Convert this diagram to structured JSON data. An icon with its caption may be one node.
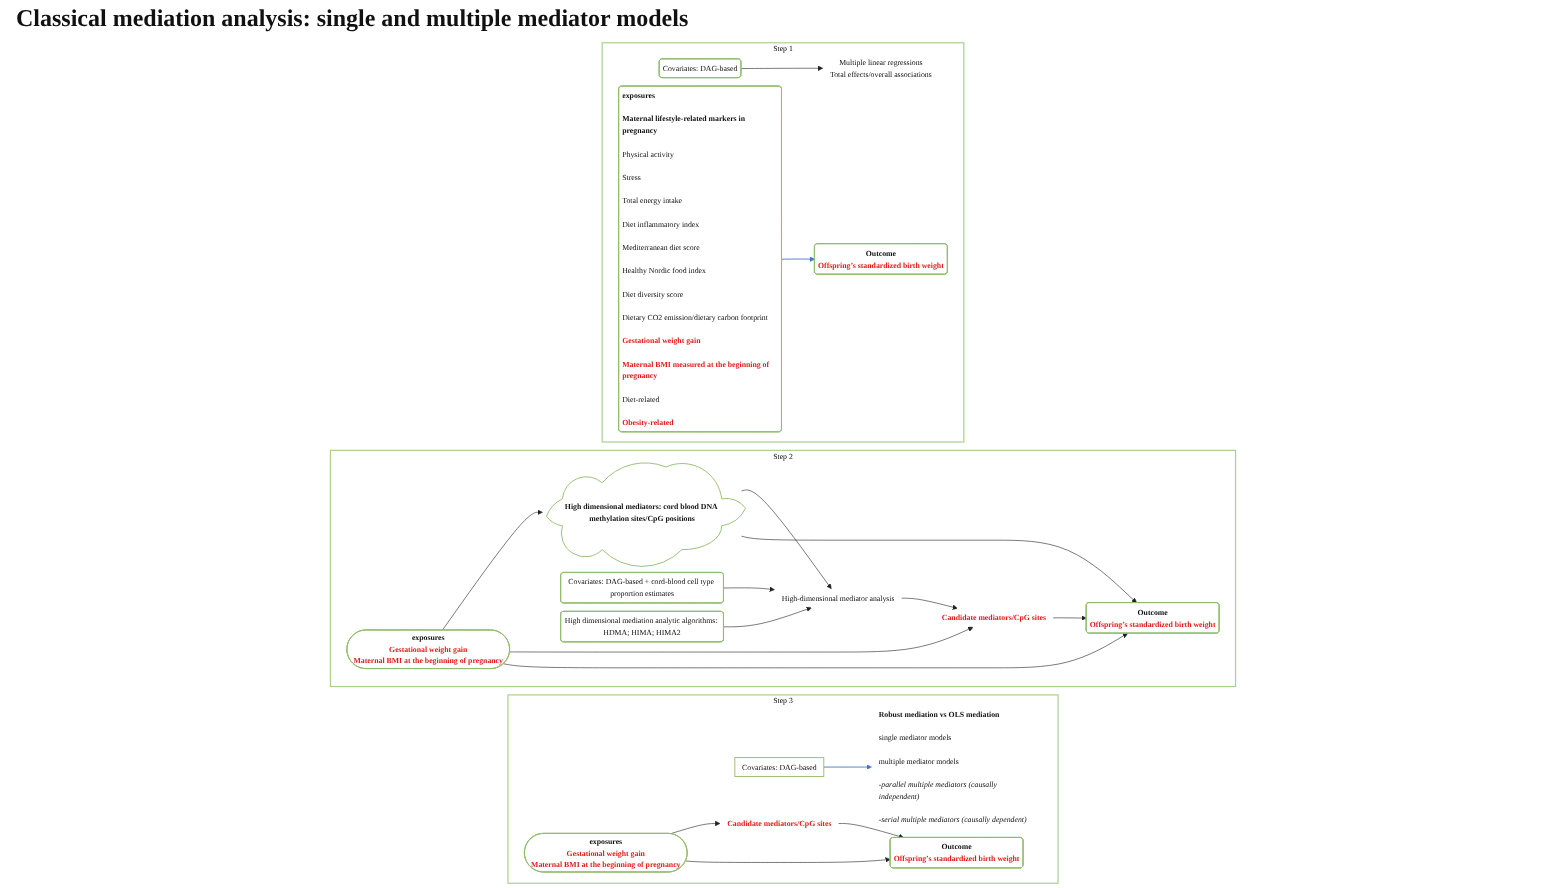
{
  "diagram": {
    "nodes": [
      {
        "text": [
          "Step 1"
        ]
      },
      {
        "text": [
          "exposures",
          "Maternal lifestyle-related markers in pregnancy",
          "Physical activity",
          "Stress",
          "Total energy intake",
          "Diet inflammatory index",
          "Mediterranean diet score",
          "Healthy Nordic food index",
          "Diet diversity score",
          "Dietary CO2 emission/dietary carbon footprint",
          "Gestational weight gain",
          "Maternal BMI measured at the beginning of pregnancy",
          "Diet-related",
          "Obesity-related"
        ],
        "in": 0
      },
      {
        "text": [
          "Covariates: DAG-based"
        ],
        "in": 0
      },
      {
        "text": [
          "Multiple linear regressions",
          "Total effects/overall associations"
        ],
        "in": 0
      },
      {
        "text": [
          "Outcome",
          "Offspring’s standardized birth weight"
        ],
        "in": 0
      },
      {
        "text": [
          "Step 2"
        ]
      },
      {
        "text": [
          "High dimensional mediators: cord blood DNA methylation sites/CpG positions"
        ],
        "in": 5
      },
      {
        "text": [
          "Covariates: DAG-based + cord-blood cell type proportion estimates"
        ],
        "in": 5
      },
      {
        "text": [
          "High-dimensional mediator analysis"
        ],
        "in": 5
      },
      {
        "text": [
          "High dimensional mediation analytic algorithms: HDMA; HIMA; HIMA2"
        ],
        "in": 5
      },
      {
        "text": [
          "Candidate mediators/CpG sites"
        ],
        "in": 5
      },
      {
        "text": [
          "exposures",
          "Gestational weight gain",
          "Maternal BMI at the beginning of pregnancy"
        ],
        "in": 5
      },
      {
        "text": [
          "Outcome",
          "Offspring’s standardized birth weight"
        ],
        "in": 5
      },
      {
        "text": [
          "Step 3"
        ]
      },
      {
        "text": [
          "Candidate mediators/CpG sites"
        ],
        "in": 13
      },
      {
        "text": [
          "Robust mediation vs OLS mediation",
          "single mediator models",
          "multiple mediator models",
          "-parallel multiple mediators (causally independent)",
          "-serial multiple mediators (causally dependent)"
        ],
        "in": 13
      },
      {
        "text": [
          "Covariates: DAG-based"
        ],
        "in": 13
      },
      {
        "text": [
          "exposures",
          "Gestational weight gain",
          "Maternal BMI at the beginning of pregnancy"
        ],
        "in": 13
      },
      {
        "text": [
          "Outcome",
          "Offspring’s standardized birth weight"
        ],
        "in": 13
      }
    ],
    "edges": [
      {
        "from": 2,
        "to": 3,
        "arrow": "to"
      },
      {
        "from": 1,
        "to": 4,
        "arrow": "to",
        "color": "#4472c4"
      },
      {
        "from": 11,
        "to": 6,
        "arrow": "to"
      },
      {
        "from": 6,
        "to": 8,
        "arrow": "to"
      },
      {
        "from": 7,
        "to": 8,
        "arrow": "to"
      },
      {
        "from": 9,
        "to": 8,
        "arrow": "to"
      },
      {
        "from": 8,
        "to": 10,
        "arrow": "to"
      },
      {
        "from": 11,
        "to": 10,
        "arrow": "to"
      },
      {
        "from": 10,
        "to": 12,
        "arrow": "to"
      },
      {
        "from": 6,
        "to": 12,
        "arrow": "to"
      },
      {
        "from": 11,
        "to": 12,
        "arrow": "to"
      },
      {
        "from": 17,
        "to": 14,
        "arrow": "to"
      },
      {
        "from": 16,
        "to": 15,
        "arrow": "to",
        "color": "#4472c4"
      },
      {
        "from": 14,
        "to": 18,
        "arrow": "to"
      },
      {
        "from": 17,
        "to": 18,
        "arrow": "to"
      }
    ],
    "labels": [
      "Classical mediation analysis: single and multiple mediator models"
    ]
  }
}
